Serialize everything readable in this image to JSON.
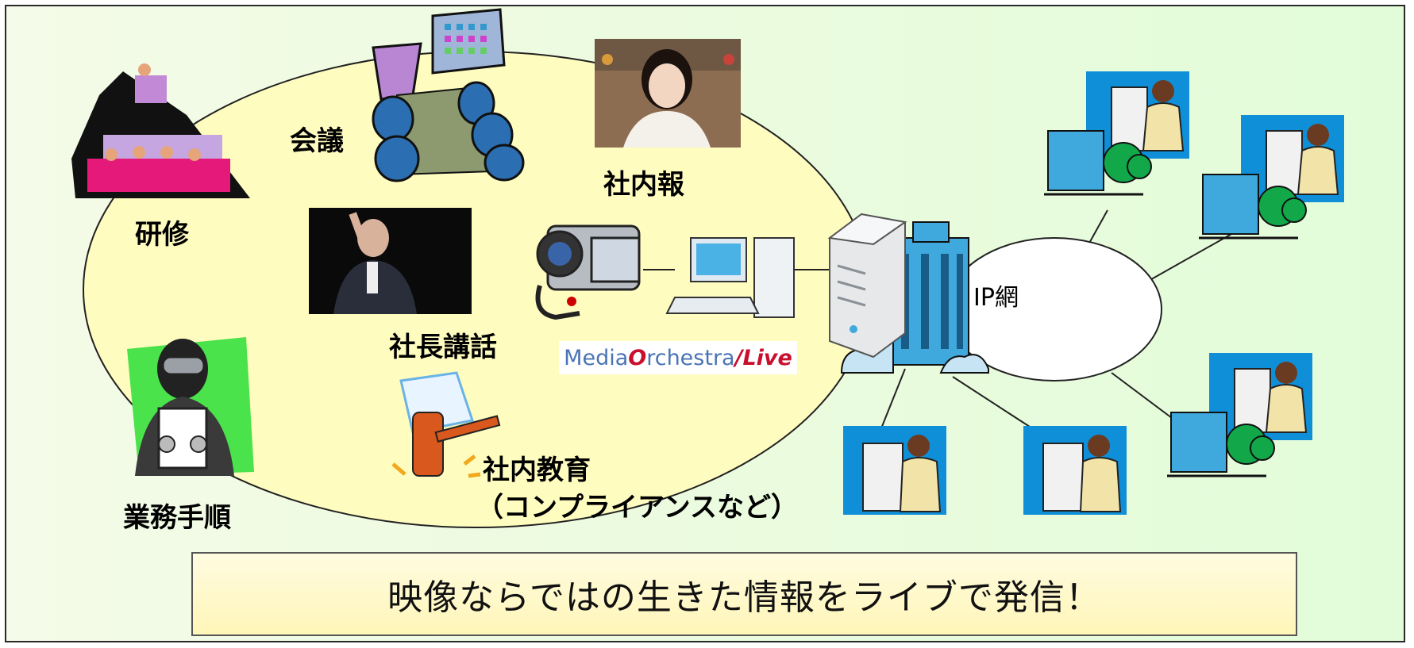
{
  "labels": {
    "meeting": "会議",
    "training": "研修",
    "newsletter": "社内報",
    "president_talk": "社長講話",
    "procedures": "業務手順",
    "education": "社内教育",
    "education_sub": "（コンプライアンスなど）",
    "ip_network": "IP網"
  },
  "logo": {
    "part1": "Media",
    "part2": "O",
    "part3": "rchestra",
    "part4": "/Live"
  },
  "banner": "映像ならではの生きた情報をライブで発信！",
  "colors": {
    "ellipse_fill": "#fffcc0",
    "building_blue": "#3fa9dd",
    "tree_green": "#12a84a",
    "sky_blue": "#0f8fd8",
    "banner_fill": "#fff8c8"
  }
}
